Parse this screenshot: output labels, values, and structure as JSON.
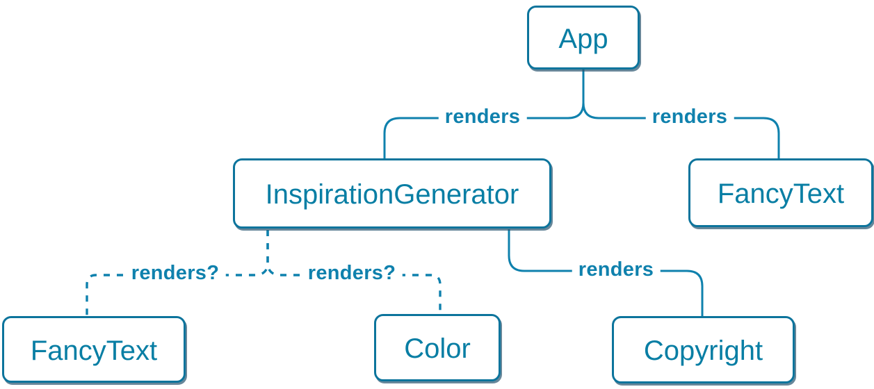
{
  "diagram": {
    "type": "component-render-tree",
    "nodes": [
      {
        "id": "app",
        "label": "App"
      },
      {
        "id": "inspiration-generator",
        "label": "InspirationGenerator"
      },
      {
        "id": "fancy-text-top",
        "label": "FancyText"
      },
      {
        "id": "fancy-text-bottom",
        "label": "FancyText"
      },
      {
        "id": "color",
        "label": "Color"
      },
      {
        "id": "copyright",
        "label": "Copyright"
      }
    ],
    "edges": [
      {
        "from": "App",
        "to": "InspirationGenerator",
        "label": "renders",
        "style": "solid"
      },
      {
        "from": "App",
        "to": "FancyText",
        "label": "renders",
        "style": "solid"
      },
      {
        "from": "InspirationGenerator",
        "to": "FancyText",
        "label": "renders?",
        "style": "dashed"
      },
      {
        "from": "InspirationGenerator",
        "to": "Color",
        "label": "renders?",
        "style": "dashed"
      },
      {
        "from": "InspirationGenerator",
        "to": "Copyright",
        "label": "renders",
        "style": "solid"
      }
    ],
    "colors": {
      "node_border": "#0c749c",
      "node_text": "#087ea4",
      "node_fill": "#ffffff",
      "edge": "#0f81ad",
      "edge_label": "#0f81ad",
      "shadow": "#26546fb3",
      "canvas_bg": "#ffffff"
    }
  }
}
